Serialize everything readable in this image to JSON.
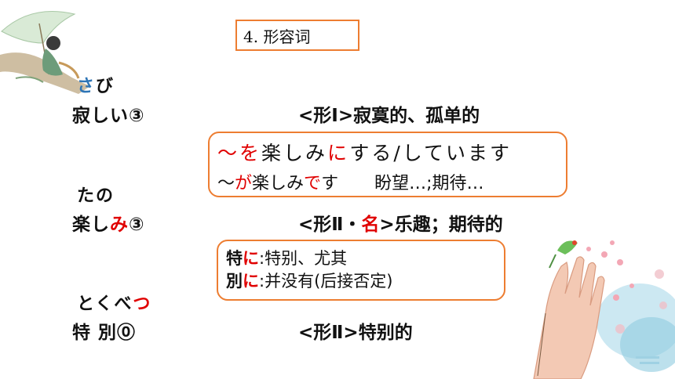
{
  "title": "4. 形容词",
  "entries": [
    {
      "reading_parts": [
        {
          "text": "さ",
          "color": "#2e75b6"
        },
        {
          "text": "び",
          "color": "#111111"
        }
      ],
      "word_parts": [
        {
          "text": "寂しい③",
          "color": "#111111"
        }
      ],
      "pos_parts": [
        {
          "text": "<形Ⅰ>寂寞的、孤单的",
          "color": "#111111"
        }
      ]
    },
    {
      "reading_parts": [
        {
          "text": "たの",
          "color": "#111111"
        }
      ],
      "word_parts": [
        {
          "text": "楽し",
          "color": "#111111"
        },
        {
          "text": "み",
          "color": "#e00000"
        },
        {
          "text": "③",
          "color": "#111111"
        }
      ],
      "pos_parts": [
        {
          "text": "<形Ⅱ・",
          "color": "#111111"
        },
        {
          "text": "名",
          "color": "#e00000"
        },
        {
          "text": ">乐趣；期待的",
          "color": "#111111"
        }
      ]
    },
    {
      "reading_parts": [
        {
          "text": "とくべ",
          "color": "#111111"
        },
        {
          "text": "つ",
          "color": "#e00000"
        }
      ],
      "word_parts": [
        {
          "text": "特 別⓪",
          "color": "#111111"
        }
      ],
      "pos_parts": [
        {
          "text": "<形Ⅱ>特别的",
          "color": "#111111"
        }
      ]
    }
  ],
  "example_box_1": {
    "line1": {
      "p1": "～",
      "p2": "を",
      "p3": "楽しみ",
      "p4": "に",
      "p5": "する/しています"
    },
    "line2": {
      "p1": "～",
      "p2": "が",
      "p3": "楽しみ",
      "p4": "で",
      "p5": "す",
      "p6": "盼望…;期待…"
    }
  },
  "example_box_2": {
    "row1": {
      "head_a": "特",
      "head_b": "に",
      "rest": ":特别、尤其"
    },
    "row2": {
      "head_a": "別",
      "head_b": "に",
      "rest": ":并没有(后接否定)"
    }
  },
  "colors": {
    "accent_orange": "#ed7d31",
    "blue": "#2e75b6",
    "red": "#e00000"
  },
  "decorations": [
    "woman-with-parasol-illustration",
    "hand-with-bird-watercolor"
  ]
}
